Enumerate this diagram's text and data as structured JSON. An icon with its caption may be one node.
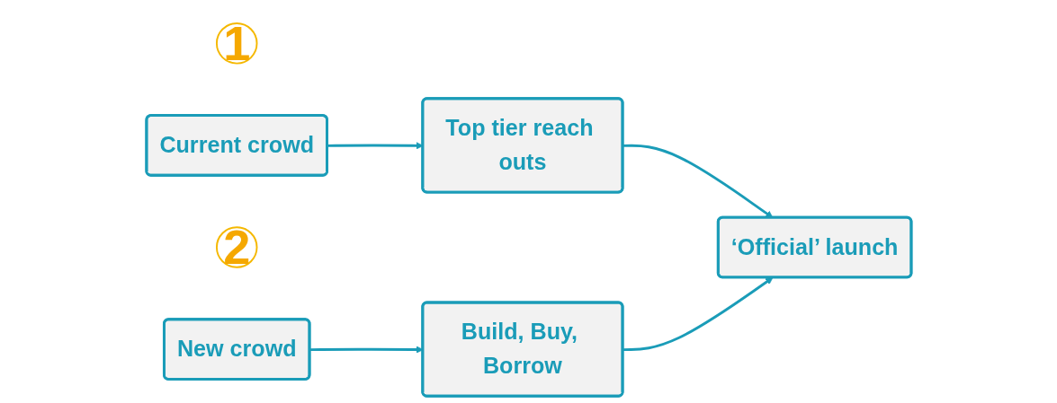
{
  "diagram": {
    "nodes": [
      {
        "text": [
          "1"
        ]
      },
      {
        "text": [
          "Current crowd"
        ]
      },
      {
        "text": [
          "Top tier reach outs"
        ]
      },
      {
        "text": [
          "‘Official’ launch"
        ]
      },
      {
        "text": [
          "2"
        ]
      },
      {
        "text": [
          "New crowd"
        ]
      },
      {
        "text": [
          "Build, Buy, Borrow"
        ]
      }
    ],
    "edges": [
      {
        "from": 1,
        "to": 2,
        "arrow": "to"
      },
      {
        "from": 2,
        "to": 3,
        "arrow": "to"
      },
      {
        "from": 5,
        "to": 6,
        "arrow": "to"
      },
      {
        "from": 6,
        "to": 3,
        "arrow": "to"
      }
    ]
  }
}
